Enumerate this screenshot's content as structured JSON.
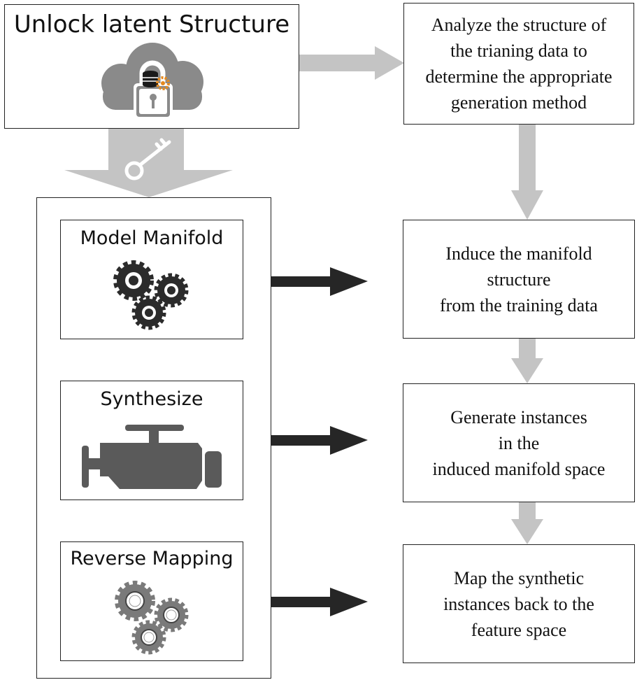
{
  "header_box": {
    "title": "Unlock latent Structure",
    "icon": "cloud-lock-icon"
  },
  "modules": [
    {
      "label": "Model Manifold",
      "icon": "gears-icon"
    },
    {
      "label": "Synthesize",
      "icon": "engine-icon"
    },
    {
      "label": "Reverse Mapping",
      "icon": "gears-icon"
    }
  ],
  "steps": [
    {
      "lines": [
        "Analyze the structure of",
        "the trianing data to",
        "determine the appropriate",
        "generation method"
      ]
    },
    {
      "lines": [
        "Induce the manifold",
        "structure",
        "from the training data"
      ]
    },
    {
      "lines": [
        "Generate instances",
        "in the",
        "induced manifold space"
      ]
    },
    {
      "lines": [
        "Map the synthetic",
        "instances back to the",
        "feature space"
      ]
    }
  ],
  "colors": {
    "gray_arrow": "#c4c4c4",
    "dark_arrow": "#262626",
    "icon_gray": "#8a8a8a",
    "gear_dark": "#2b2b2b",
    "engine": "#5a5a5a",
    "accent_orange": "#e58a1f"
  }
}
